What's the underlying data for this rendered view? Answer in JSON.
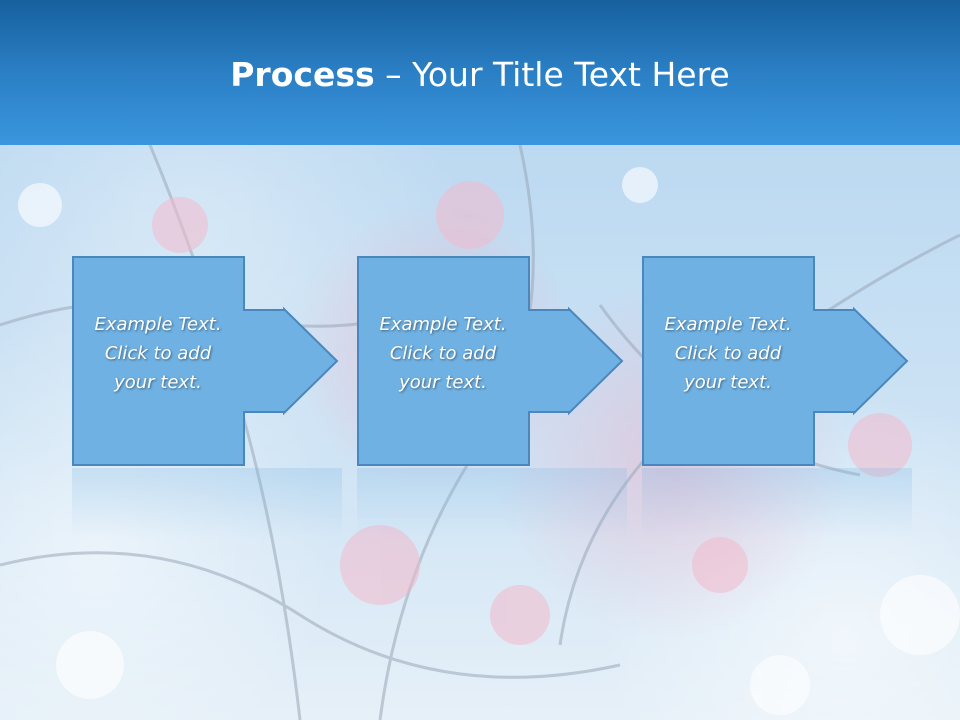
{
  "slide": {
    "title_strong": "Process",
    "title_rest": " – Your Title Text Here"
  },
  "steps": [
    {
      "line1": "Example Text.",
      "line2": "Click  to add",
      "line3": "your text."
    },
    {
      "line1": "Example Text.",
      "line2": "Click  to add",
      "line3": "your text."
    },
    {
      "line1": "Example Text.",
      "line2": "Click  to add",
      "line3": "your text."
    }
  ],
  "colors": {
    "header_top": "#17609e",
    "header_bottom": "#3a96df",
    "box_fill": "#6fb1e3",
    "box_stroke": "#4a87bf"
  },
  "background": {
    "image": "cherry-blossom-branches-photo"
  }
}
